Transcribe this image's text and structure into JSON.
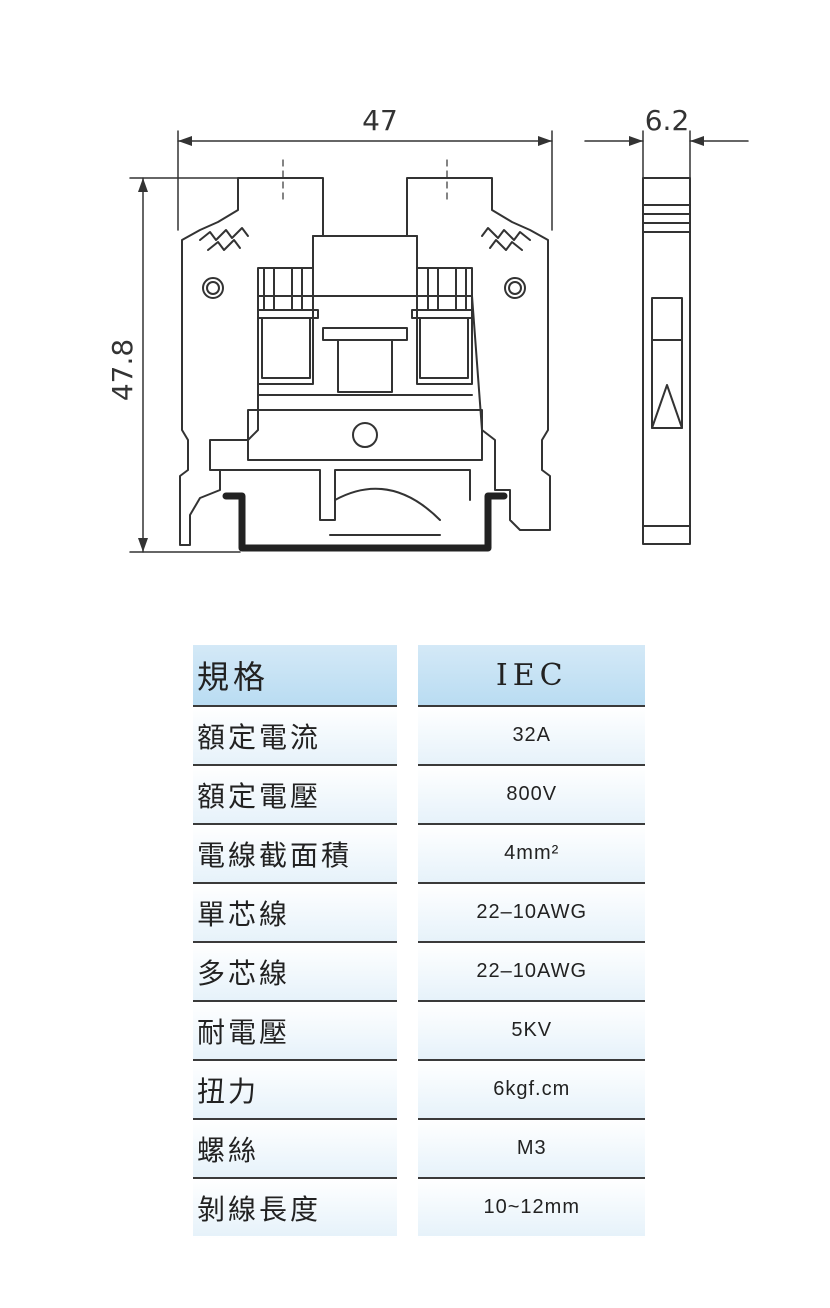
{
  "dimensions": {
    "width": "47",
    "thickness": "6.2",
    "height": "47.8"
  },
  "colors": {
    "header_bg": "#b9dcf2",
    "row_bg": "#e6f2fa",
    "line": "#3a3a3a",
    "drawing": "#333333"
  },
  "spec_table": {
    "header": {
      "label": "規格",
      "value": "IEC"
    },
    "rows": [
      {
        "label": "額定電流",
        "value": "32A"
      },
      {
        "label": "額定電壓",
        "value": "800V"
      },
      {
        "label": "電線截面積",
        "value": "4mm²"
      },
      {
        "label": "單芯線",
        "value": "22–10AWG"
      },
      {
        "label": "多芯線",
        "value": "22–10AWG"
      },
      {
        "label": "耐電壓",
        "value": "5KV"
      },
      {
        "label": "扭力",
        "value": "6kgf.cm"
      },
      {
        "label": "螺絲",
        "value": "M3"
      },
      {
        "label": "剝線長度",
        "value": "10~12mm"
      }
    ]
  }
}
